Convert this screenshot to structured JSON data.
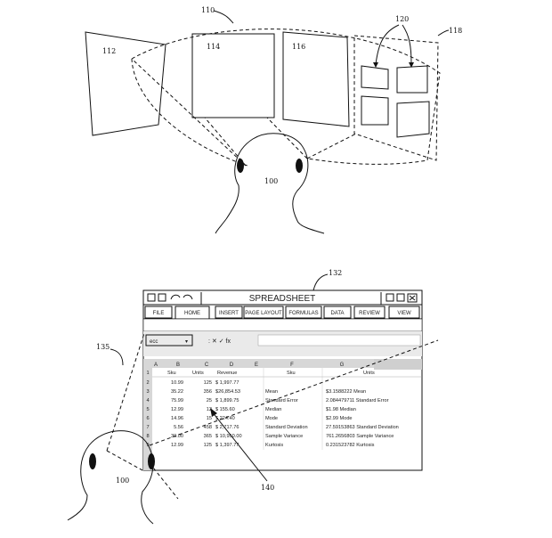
{
  "figure_top": {
    "ref_110": "110",
    "ref_112": "112",
    "ref_114": "114",
    "ref_116": "116",
    "ref_118": "118",
    "ref_120": "120",
    "ref_100": "100"
  },
  "figure_bottom": {
    "ref_132": "132",
    "ref_135": "135",
    "ref_100": "100",
    "ref_140": "140",
    "window_title": "SPREADSHEET",
    "tabs": [
      "FILE",
      "HOME",
      "INSERT",
      "PAGE LAYOUT",
      "FORMULAS",
      "DATA",
      "REVIEW",
      "VIEW"
    ],
    "name_box": "ecc",
    "col_headers": [
      "A",
      "B",
      "C",
      "D",
      "E",
      "F",
      "G"
    ],
    "header_row": [
      "Sku",
      "Units",
      "Revenue",
      "",
      "Sku",
      "",
      "Units"
    ],
    "rows": [
      [
        "10.99",
        "125",
        "$ 1,997.77",
        "",
        "",
        "",
        ""
      ],
      [
        "35.22",
        "356",
        "$26,854.53",
        "Mean",
        "",
        "$3.1588222 Mean",
        ""
      ],
      [
        "75.99",
        "25",
        "$ 1,899.75",
        "Standard Error",
        "",
        "2.084479711 Standard Error",
        ""
      ],
      [
        "12.99",
        "12",
        "$ 155.60",
        "Median",
        "",
        "$1.98 Median",
        ""
      ],
      [
        "14.96",
        "15",
        "$ 224.40",
        "Mode",
        "",
        "$2.99 Mode",
        ""
      ],
      [
        "5.56",
        "458",
        "$ 2,717.76",
        "Standard Deviation",
        "",
        "27.59153863 Standard Deviation",
        ""
      ],
      [
        "30.00",
        "365",
        "$ 10,950.00",
        "Sample Variance",
        "",
        "761.2656803 Sample Variance",
        ""
      ],
      [
        "12.99",
        "125",
        "$ 1,397.77",
        "Kurtosis",
        "",
        "0.231523782 Kurtosis",
        ""
      ]
    ]
  }
}
